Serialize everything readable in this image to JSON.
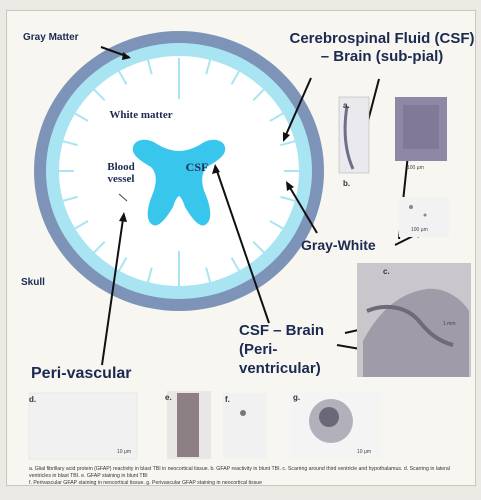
{
  "labels": {
    "gray_matter": "Gray Matter",
    "white_matter": "White matter",
    "blood_vessel": "Blood vessel",
    "csf_inner": "CSF",
    "skull": "Skull",
    "csf_brain_subpial": "Cerebrospinal Fluid (CSF) – Brain (sub-pial)",
    "gray_white": "Gray-White",
    "csf_brain_periventricular": "CSF – Brain (Peri-ventricular)",
    "peri_vascular": "Peri-vascular"
  },
  "panel_letters": {
    "a": "a.",
    "b": "b.",
    "c": "c.",
    "d": "d.",
    "e": "e.",
    "f": "f.",
    "g": "g."
  },
  "scale_bars": {
    "s1": "100 µm",
    "s2": "100 µm",
    "s3": "1 mm",
    "s4": "10 µm",
    "s5": "10 µm"
  },
  "caption": {
    "line1": "a. Glial fibrillary acid protein (GFAP) reactivity in blast TBI in neocortical tissue. b. GFAP reactivity in blunt TBI. c. Scarring around third ventricle and hypothalamus. d. Scarring in lateral ventricles in blast TBI. e. GFAP staining in blunt TBI",
    "line2": "f. Perivascular GFAP staining in neocortical tissue. g. Perivascular GFAP staining in neocortical tissue"
  },
  "colors": {
    "skull": "#7d93b8",
    "gray_matter": "#a9e4f3",
    "white_matter": "#ffffff",
    "ventricles": "#39c6ec",
    "label": "#1c2a52"
  }
}
